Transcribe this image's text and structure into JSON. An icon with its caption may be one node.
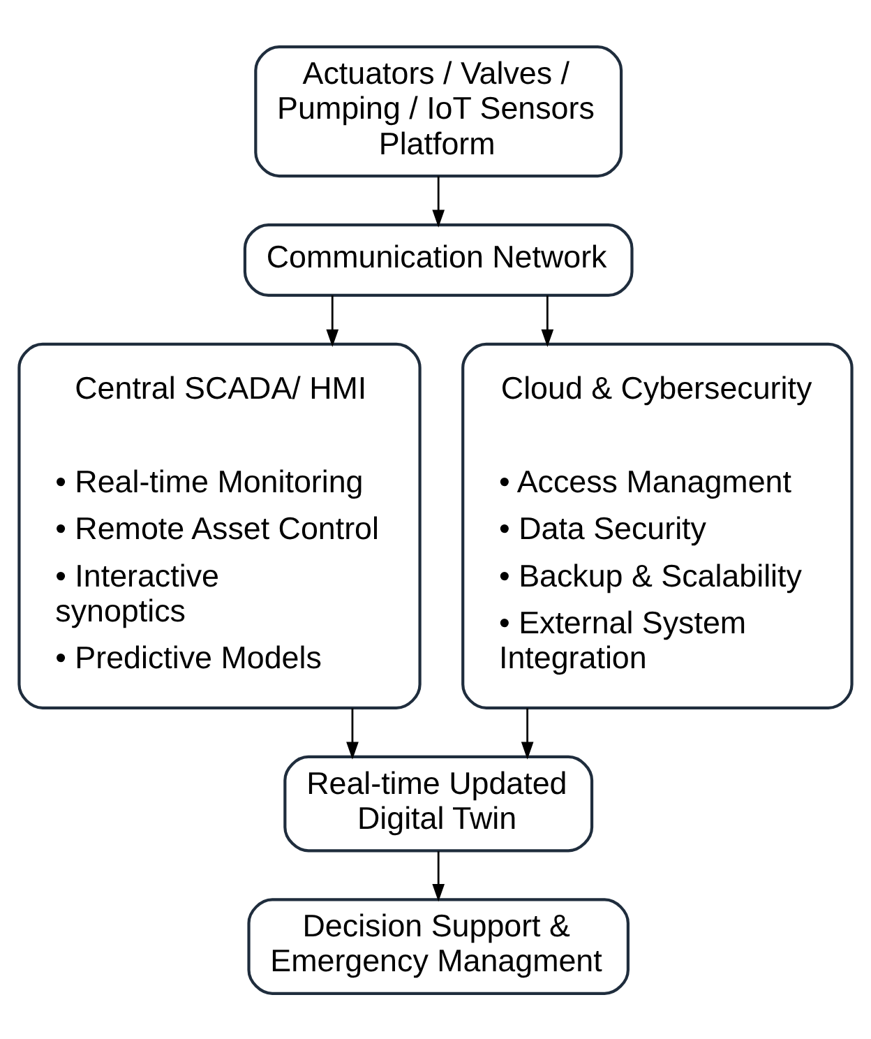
{
  "diagram": {
    "nodes": [
      {
        "text": [
          "Actuators / Valves / Pumping / IoT Sensors Platform"
        ]
      },
      {
        "text": [
          "Communication Network"
        ]
      },
      {
        "text": [
          "Central SCADA/ HMI",
          "• Real-time Monitoring",
          "• Remote Asset Control",
          "• Interactive synoptics",
          "• Predictive Models"
        ]
      },
      {
        "text": [
          "Cloud & Cybersecurity",
          "• Access Managment",
          "• Data Security",
          "• Backup & Scalability",
          "• External System Integration"
        ]
      },
      {
        "text": [
          "Real-time Updated Digital Twin"
        ]
      },
      {
        "text": [
          "Decision Support & Emergency Managment"
        ]
      }
    ],
    "edges": [
      {
        "from": 0,
        "to": 1,
        "arrow": "to"
      },
      {
        "from": 1,
        "to": 2,
        "arrow": "to"
      },
      {
        "from": 1,
        "to": 3,
        "arrow": "to"
      },
      {
        "from": 2,
        "to": 4,
        "arrow": "to"
      },
      {
        "from": 3,
        "to": 4,
        "arrow": "to"
      },
      {
        "from": 4,
        "to": 5,
        "arrow": "to"
      }
    ]
  }
}
